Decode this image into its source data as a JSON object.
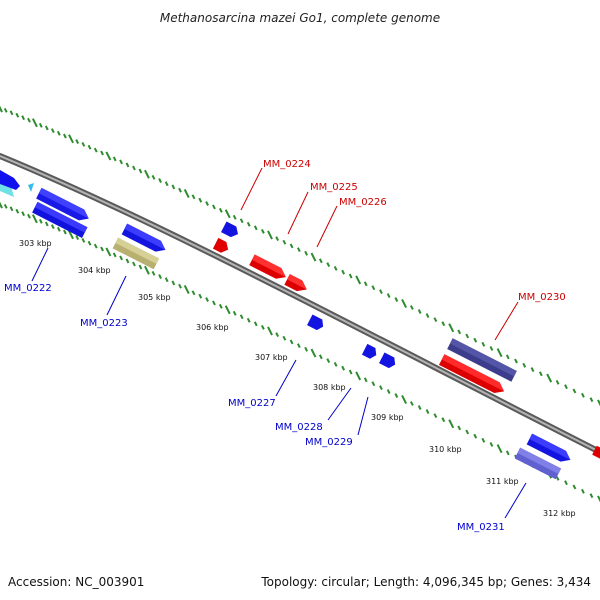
{
  "title": "Methanosarcina mazei Go1, complete genome",
  "footer": {
    "accession": "Accession: NC_003901",
    "topology": "Topology: circular; Length: 4,096,345 bp; Genes: 3,434"
  },
  "colors": {
    "backbone": "#7f7f7f",
    "tick": "#2e8b2e",
    "forward_label": "#cc0000",
    "reverse_label": "#0000cc"
  },
  "kbp_ticks": [
    "303 kbp",
    "304 kbp",
    "305 kbp",
    "306 kbp",
    "307 kbp",
    "308 kbp",
    "309 kbp",
    "310 kbp",
    "311 kbp",
    "312 kbp"
  ],
  "genes_forward": [
    "MM_0224",
    "MM_0225",
    "MM_0226",
    "MM_0230"
  ],
  "genes_reverse": [
    "MM_0222",
    "MM_0223",
    "MM_0227",
    "MM_0228",
    "MM_0229",
    "MM_0231"
  ]
}
